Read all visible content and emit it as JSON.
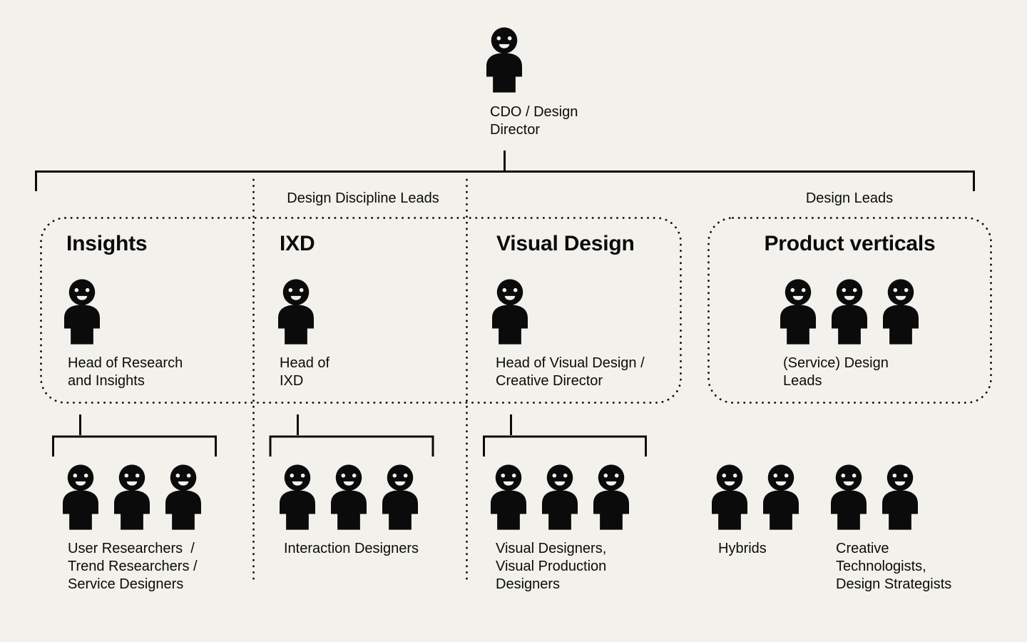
{
  "colors": {
    "background": "#f2f1ec",
    "ink": "#0b0b0b"
  },
  "root": {
    "label": "CDO / Design\nDirector",
    "people": 1
  },
  "band_labels": {
    "discipline": "Design Discipline Leads",
    "design": "Design Leads"
  },
  "lead_groups": [
    {
      "title": "Insights",
      "people": 1,
      "label": "Head of Research\nand Insights"
    },
    {
      "title": "IXD",
      "people": 1,
      "label": "Head of\nIXD"
    },
    {
      "title": "Visual Design",
      "people": 1,
      "label": "Head of Visual Design /\nCreative Director"
    },
    {
      "title": "Product verticals",
      "people": 3,
      "label": "(Service) Design\nLeads"
    }
  ],
  "team_groups": [
    {
      "people": 3,
      "label": "User Researchers  /\nTrend Researchers /\nService Designers"
    },
    {
      "people": 3,
      "label": "Interaction Designers"
    },
    {
      "people": 3,
      "label": "Visual Designers,\nVisual Production\nDesigners"
    },
    {
      "people": 2,
      "label": "Hybrids"
    },
    {
      "people": 2,
      "label": "Creative\nTechnologists,\nDesign Strategists"
    }
  ]
}
